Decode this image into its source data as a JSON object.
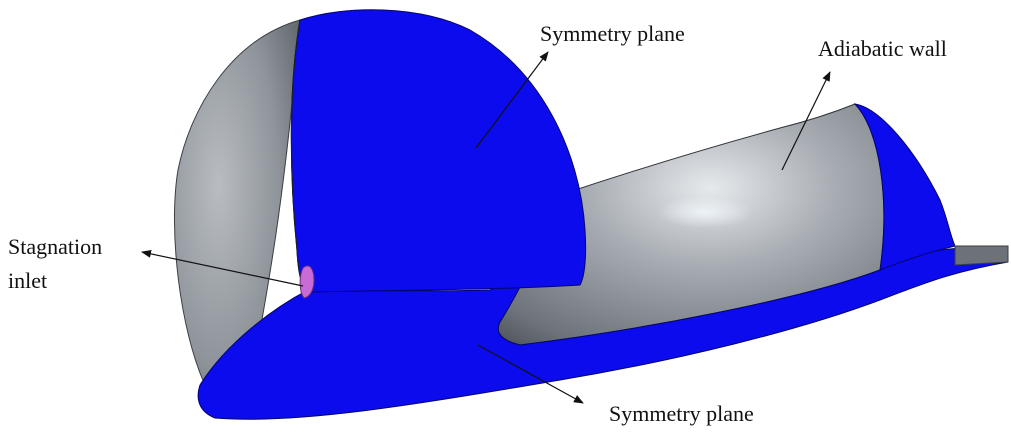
{
  "labels": {
    "symmetry_plane_top": "Symmetry plane",
    "adiabatic_wall": "Adiabatic wall",
    "stagnation_line1": "Stagnation",
    "stagnation_line2": "inlet",
    "symmetry_plane_bottom": "Symmetry plane"
  },
  "colors": {
    "symmetry_plane": "#0b0bee",
    "wall_light": "#c7cbd0",
    "wall_mid": "#9aa0a6",
    "wall_dark": "#555b62",
    "inlet": "#c86bd6",
    "text": "#111111"
  }
}
